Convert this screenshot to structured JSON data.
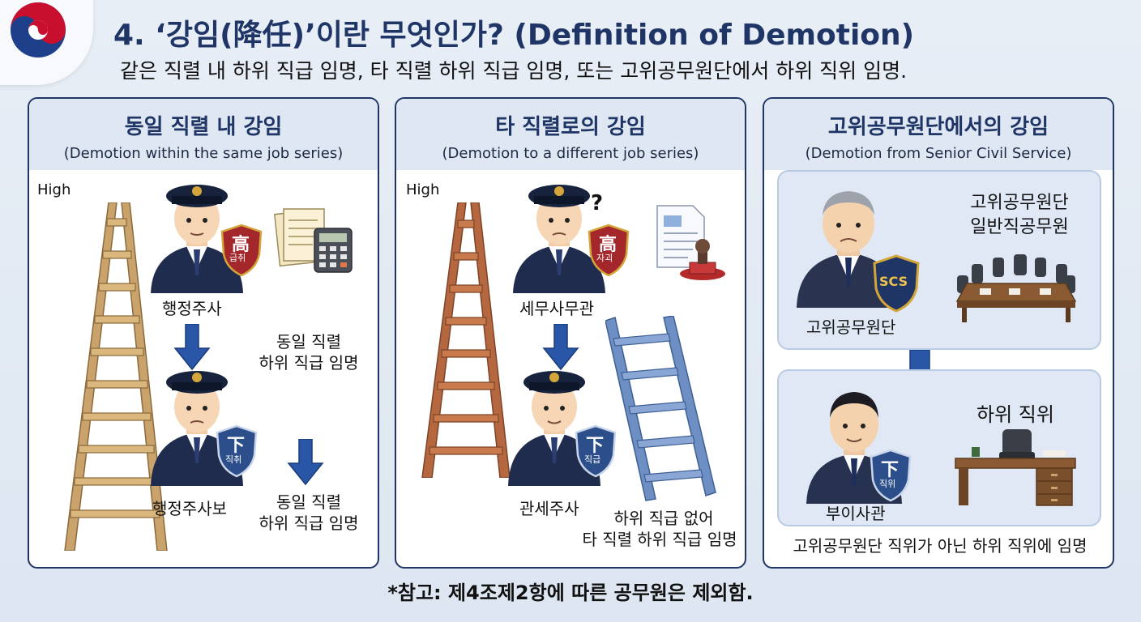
{
  "header": {
    "title": "4. ‘강임(降任)’이란 무엇인가? (Definition of Demotion)",
    "subtitle": "같은 직렬 내 하위 직급 임명, 타 직렬 하위 직급 임명, 또는 고위공무원단에서 하위 직위 임명."
  },
  "panels": [
    {
      "title": "동일 직렬 내 강임",
      "subtitle": "(Demotion within the same job series)",
      "high_label": "High",
      "top_badge": "高",
      "top_badge_sub": "급취",
      "top_person": "행정주사",
      "bottom_badge": "下",
      "bottom_badge_sub": "직취",
      "bottom_person": "행정주사보",
      "note_top_1": "동일 직렬",
      "note_top_2": "하위 직급 임명",
      "note_bottom_1": "동일 직렬",
      "note_bottom_2": "하위 직급 임명"
    },
    {
      "title": "타 직렬로의 강임",
      "subtitle": "(Demotion to a different job series)",
      "high_label": "High",
      "question_mark": "?",
      "top_badge": "高",
      "top_badge_sub": "자괴",
      "top_person": "세무사무관",
      "bottom_badge": "下",
      "bottom_badge_sub": "직급",
      "bottom_person": "관세주사",
      "note_1": "하위 직급 없어",
      "note_2": "타 직렬 하위 직급 임명"
    },
    {
      "title": "고위공무원단에서의 강임",
      "subtitle": "(Demotion from Senior Civil Service)",
      "top_role_1": "고위공무원단",
      "top_role_2": "일반직공무원",
      "scs_badge": "SCS",
      "top_person": "고위공무원단",
      "bottom_role": "하위 직위",
      "bottom_badge": "下",
      "bottom_badge_sub": "직위",
      "bottom_person": "부이사관",
      "caption": "고위공무원단 직위가 아닌 하위 직위에 임명"
    }
  ],
  "footnote": "*참고: 제4조제2항에 따른 공무원은 제외함.",
  "colors": {
    "navy": "#1e3566",
    "panel_head": "#dfe7f3",
    "wood": "#c9a36b",
    "brown_ladder": "#b5683f",
    "blue_ladder": "#6d8fc4",
    "arrow": "#2a56a8",
    "badge_red": "#a3272b",
    "badge_blue": "#2c4f8c"
  }
}
